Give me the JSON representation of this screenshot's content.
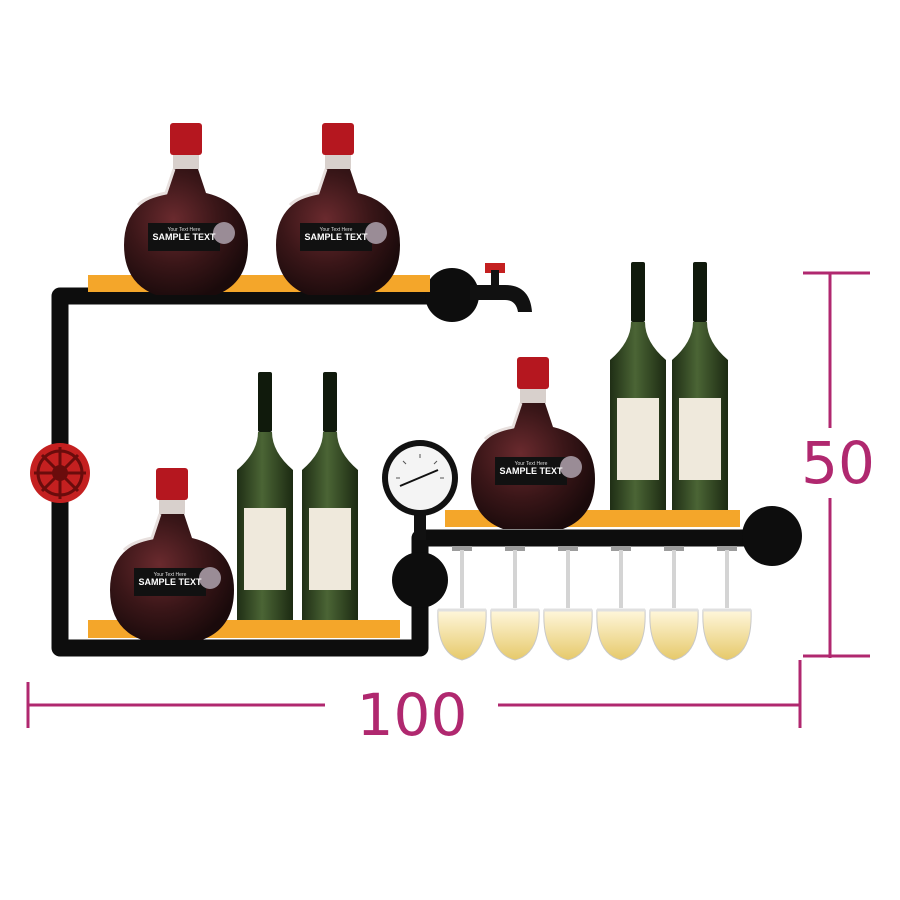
{
  "dimensions": {
    "width_label": "100",
    "height_label": "50",
    "color": "#b0286f"
  },
  "bottle_label": {
    "brand_text": "SAMPLE TEXT",
    "top_text": "Your Text Here"
  },
  "colors": {
    "pipe": "#0d0d0d",
    "shelf": "#f4a62a",
    "wine": "#2a1416",
    "cap": "#b5171f",
    "green_bottle": "#344a24",
    "valve": "#c42020"
  }
}
